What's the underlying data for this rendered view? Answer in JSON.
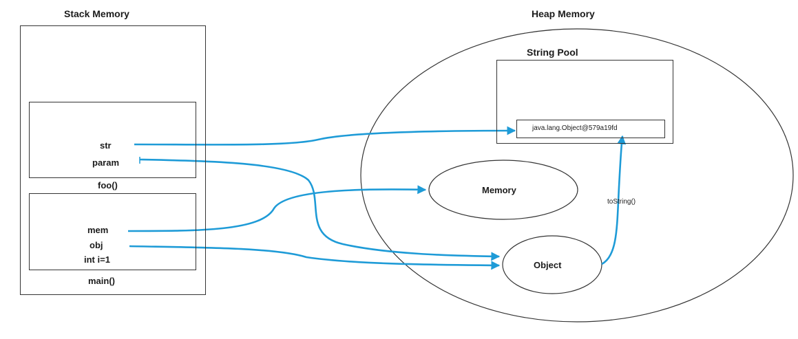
{
  "stack": {
    "title": "Stack Memory",
    "frames": [
      {
        "name": "foo()",
        "vars": [
          "str",
          "param"
        ]
      },
      {
        "name": "main()",
        "vars": [
          "mem",
          "obj",
          "int i=1"
        ]
      }
    ]
  },
  "heap": {
    "title": "Heap Memory",
    "string_pool": {
      "title": "String Pool",
      "entry": "java.lang.Object@579a19fd"
    },
    "objects": [
      "Memory",
      "Object"
    ],
    "method_label": "toString()"
  },
  "colors": {
    "arrow": "#1e9bd7",
    "stroke": "#333333"
  }
}
